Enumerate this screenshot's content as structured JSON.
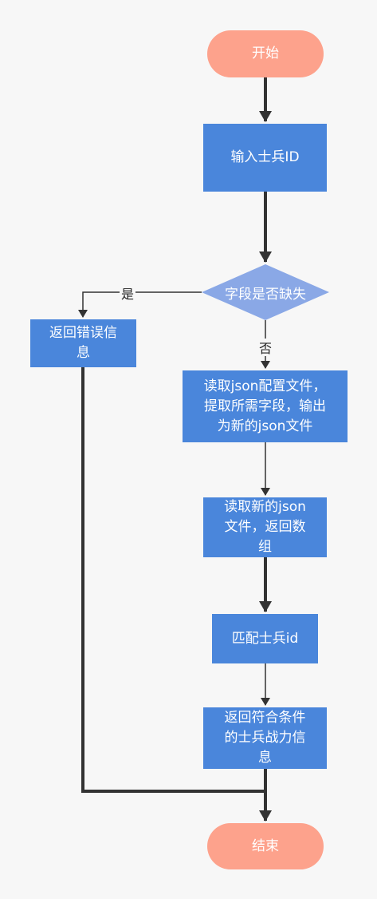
{
  "nodes": {
    "start": "开始",
    "input_id": "输入士兵ID",
    "decision": "字段是否缺失",
    "return_error": "返回错误信\n息",
    "read_config": "读取json配置文件，\n提取所需字段，输出\n为新的json文件",
    "read_new": "读取新的json\n文件，返回数\n组",
    "match_id": "匹配士兵id",
    "return_info": "返回符合条件\n的士兵战力信\n息",
    "end": "结束"
  },
  "edge_labels": {
    "yes": "是",
    "no": "否"
  },
  "colors": {
    "terminal": "#fda28c",
    "process": "#4a86db",
    "decision": "#8aa8e6",
    "edge": "#333333"
  }
}
